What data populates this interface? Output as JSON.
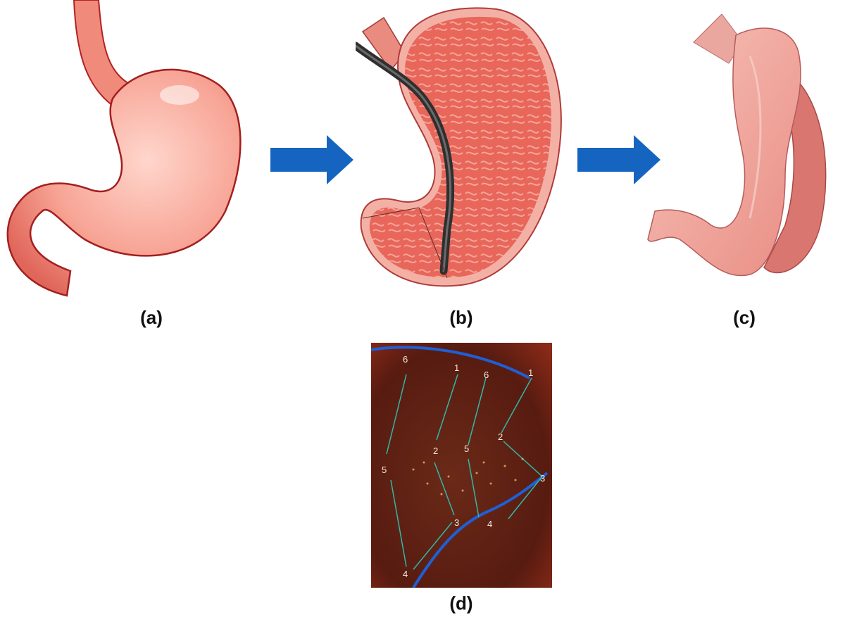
{
  "captions": {
    "a": "(a)",
    "b": "(b)",
    "c": "(c)",
    "d": "(d)"
  },
  "arrows": {
    "color": "#1565c0"
  },
  "colors": {
    "stomach_fill": "#f39a8c",
    "stomach_outline": "#b22222",
    "mucosa": "#e2574c",
    "endoscope": "#3a3a3a",
    "photo_bg": "#5a1d12",
    "boundary_line": "#1f5fd6",
    "marking_line": "#2fb8a8"
  },
  "endoscopy_labels": [
    "6",
    "1",
    "6",
    "1",
    "2",
    "2",
    "5",
    "5",
    "3",
    "3",
    "4",
    "4"
  ]
}
